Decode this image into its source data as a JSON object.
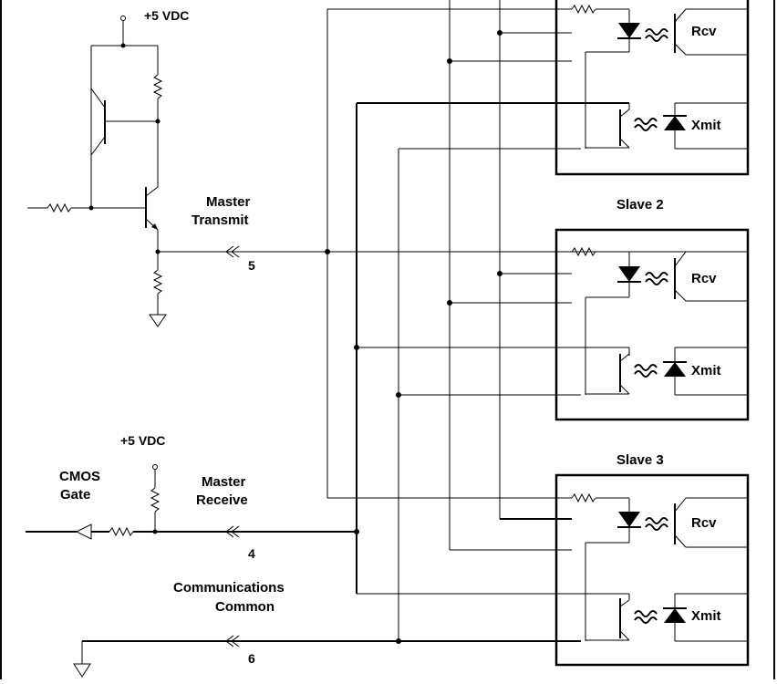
{
  "labels": {
    "vdc_top": "+5 VDC",
    "vdc_bottom": "+5 VDC",
    "master_transmit_line1": "Master",
    "master_transmit_line2": "Transmit",
    "master_receive_line1": "Master",
    "master_receive_line2": "Receive",
    "cmos_line1": "CMOS",
    "cmos_line2": "Gate",
    "comm_line1": "Communications",
    "comm_line2": "Common",
    "pin_transmit": "5",
    "pin_receive": "4",
    "pin_common": "6",
    "slave2": "Slave 2",
    "slave3": "Slave 3"
  },
  "slaves": [
    {
      "title": "",
      "rcv": "Rcv",
      "xmit": "Xmit"
    },
    {
      "title": "Slave 2",
      "rcv": "Rcv",
      "xmit": "Xmit"
    },
    {
      "title": "Slave 3",
      "rcv": "Rcv",
      "xmit": "Xmit"
    }
  ]
}
